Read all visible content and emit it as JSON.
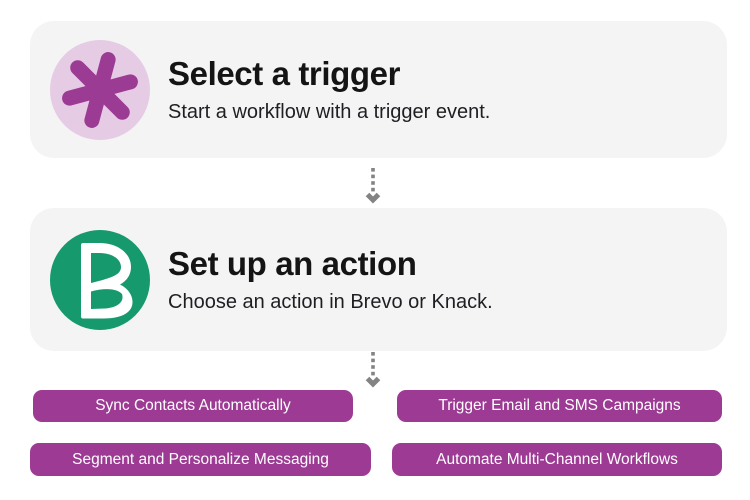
{
  "workflow": {
    "steps": [
      {
        "title": "Select a trigger",
        "subtitle": "Start a workflow with a trigger event.",
        "icon": "asterisk-icon"
      },
      {
        "title": "Set up an action",
        "subtitle": "Choose an action in Brevo or Knack.",
        "icon": "brevo-icon"
      }
    ],
    "connector_icon": "dotted-arrow-down"
  },
  "feature_buttons": [
    {
      "label": "Sync Contacts Automatically"
    },
    {
      "label": "Trigger Email and SMS Campaigns"
    },
    {
      "label": "Segment and Personalize Messaging"
    },
    {
      "label": "Automate Multi-Channel Workflows"
    }
  ],
  "colors": {
    "page_bg": "#ffffff",
    "card_bg": "#f4f4f4",
    "title_text": "#141414",
    "subtitle_text": "#1f1f23",
    "button_bg": "#9c3a94",
    "button_text": "#ffffff",
    "asterisk_circle_bg": "#e6cbe5",
    "asterisk_fg": "#9b3b94",
    "brevo_circle_bg": "#17996e",
    "brevo_fg": "#ffffff",
    "arrow_gray": "#838383"
  }
}
